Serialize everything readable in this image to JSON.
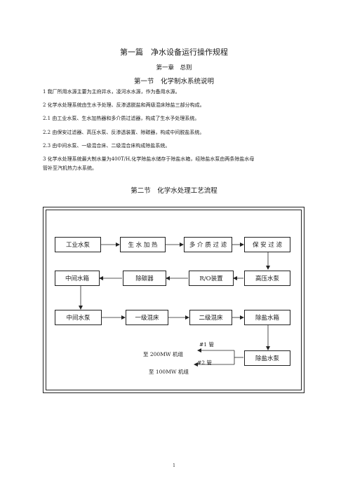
{
  "headings": {
    "part": "第一篇　净水设备运行操作规程",
    "chapter": "第一章　总则",
    "section1": "第一节　化学制水系统说明",
    "section2": "第二节　化学水处理工艺流程"
  },
  "paragraphs": [
    "1 我厂所用水源主要为主府井水，凌河水水源，作为备用水源。",
    "2 化学水处理系统由生水予处理、反渗透脱盐和两级混床除盐三部分构成。",
    "2.1 由工业水泵、生水加热器和多介质过滤器，构成了生水予处理系统。",
    "2.2 由保安过滤器、高压水泵、反渗透装置、除碳器，构成中间脱盐系统。",
    "2.3 由中间水泵、一级混合床、二级混合床构成除盐系统。",
    "3 化学水处理系统最大制水量为400T/H,化学除盐水储存于除盐水箱，经除盐水泵由两条除盐水母",
    "管补至汽机热力水系统。"
  ],
  "flow": {
    "row1": [
      "工业水泵",
      "生 水 加 热",
      "多 介 质 过 滤",
      "保 安 过 滤"
    ],
    "row2": [
      "中间水箱",
      "除碳器",
      "R/O装置",
      "高压水泵"
    ],
    "row3": [
      "中间水泵",
      "一级混床",
      "二级混床",
      "除盐水箱"
    ],
    "pump": "除盐水泵",
    "pipe1": "#1 管",
    "pipe2": "#2 管",
    "dest1": "至 200MW 机组",
    "dest2": "至 100MW 机组"
  },
  "page_number": "1"
}
